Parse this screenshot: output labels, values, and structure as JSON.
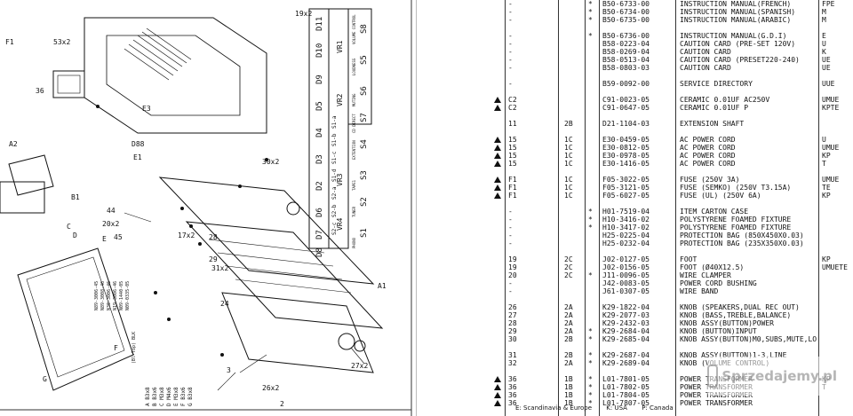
{
  "diagram": {
    "switch_labels": [
      "S8",
      "S5",
      "S6",
      "S7",
      "S4",
      "S3",
      "S2",
      "S1"
    ],
    "switch_captions": [
      "VOLUME CONTROL",
      "LOUDNESS",
      "MUTING",
      "CD DIRECT",
      "EXTENTION",
      "TAPE1",
      "TUNER",
      "PHONO"
    ],
    "led_labels": [
      "D11",
      "D10",
      "D9",
      "D5",
      "D4",
      "D3",
      "D2",
      "D6",
      "D7",
      "D8"
    ],
    "vr_labels": [
      "VR1",
      "VR2",
      "VR3",
      "VR4"
    ],
    "selector_labels": [
      "S1-a",
      "S1-b",
      "S1-c",
      "S1-d",
      "S2-a",
      "S2-b",
      "S2-c"
    ],
    "part_labels": [
      "53x2",
      "36",
      "44",
      "45",
      "3",
      "E3",
      "D88",
      "E1",
      "26x2",
      "27x2",
      "28",
      "29",
      "30x2",
      "31x2",
      "19x2",
      "17x2",
      "F1",
      "20x2",
      "24",
      "A1",
      "A2",
      "B1",
      "C",
      "D",
      "E",
      "F",
      "G"
    ],
    "legend_codes": [
      "A  B3x8",
      "B  B3x6",
      "C  M3x8",
      "D  M4x6",
      "E  M3x8",
      "F  B3x6",
      "G  B3x8"
    ],
    "note_lines": [
      "N89-3006-45",
      "N89-3008-46",
      "N30-3006-46",
      "N19-3006-46",
      "N09-1440-05",
      "N09-0335-05"
    ],
    "tape_mark": "(Bl-Top) BLK",
    "page_number": "2"
  },
  "table": {
    "rows": [
      {
        "warn": "",
        "ref": "-",
        "pos": "",
        "new": "*",
        "part": "B50-6733-00",
        "desc": "INSTRUCTION MANUAL(FRENCH)",
        "dest": "FPE"
      },
      {
        "warn": "",
        "ref": "-",
        "pos": "",
        "new": "*",
        "part": "B50-6734-00",
        "desc": "INSTRUCTION MANUAL(SPANISH)",
        "dest": "M"
      },
      {
        "warn": "",
        "ref": "-",
        "pos": "",
        "new": "*",
        "part": "B50-6735-00",
        "desc": "INSTRUCTION MANUAL(ARABIC)",
        "dest": "M"
      },
      {
        "warn": "",
        "ref": "",
        "pos": "",
        "new": "",
        "part": "",
        "desc": "",
        "dest": ""
      },
      {
        "warn": "",
        "ref": "-",
        "pos": "",
        "new": "*",
        "part": "B50-6736-00",
        "desc": "INSTRUCTION MANUAL(G.D.I)",
        "dest": "E"
      },
      {
        "warn": "",
        "ref": "-",
        "pos": "",
        "new": "",
        "part": "B58-0223-04",
        "desc": "CAUTION CARD     (PRE-SET 120V)",
        "dest": "U"
      },
      {
        "warn": "",
        "ref": "-",
        "pos": "",
        "new": "",
        "part": "B58-0269-04",
        "desc": "CAUTION CARD",
        "dest": "K"
      },
      {
        "warn": "",
        "ref": "-",
        "pos": "",
        "new": "",
        "part": "B58-0513-04",
        "desc": "CAUTION CARD     (PRESET220-240)",
        "dest": "UE"
      },
      {
        "warn": "",
        "ref": "-",
        "pos": "",
        "new": "",
        "part": "B58-0803-03",
        "desc": "CAUTION CARD",
        "dest": "UE"
      },
      {
        "warn": "",
        "ref": "",
        "pos": "",
        "new": "",
        "part": "",
        "desc": "",
        "dest": ""
      },
      {
        "warn": "",
        "ref": "-",
        "pos": "",
        "new": "",
        "part": "B59-0092-00",
        "desc": "SERVICE DIRECTORY",
        "dest": "UUE"
      },
      {
        "warn": "",
        "ref": "",
        "pos": "",
        "new": "",
        "part": "",
        "desc": "",
        "dest": ""
      },
      {
        "warn": "tri",
        "ref": "C2",
        "pos": "",
        "new": "",
        "part": "C91-0023-05",
        "desc": "CERAMIC     0.01UF   AC250V",
        "dest": "UMUE"
      },
      {
        "warn": "tri",
        "ref": "C2",
        "pos": "",
        "new": "",
        "part": "C91-0647-05",
        "desc": "CERAMIC     0.01UF   P",
        "dest": "KPTE"
      },
      {
        "warn": "",
        "ref": "",
        "pos": "",
        "new": "",
        "part": "",
        "desc": "",
        "dest": ""
      },
      {
        "warn": "",
        "ref": "11",
        "pos": "2B",
        "new": "",
        "part": "D21-1104-03",
        "desc": "EXTENSION SHAFT",
        "dest": ""
      },
      {
        "warn": "",
        "ref": "",
        "pos": "",
        "new": "",
        "part": "",
        "desc": "",
        "dest": ""
      },
      {
        "warn": "tri",
        "ref": "15",
        "pos": "1C",
        "new": "",
        "part": "E30-0459-05",
        "desc": "AC POWER CORD",
        "dest": "U"
      },
      {
        "warn": "tri",
        "ref": "15",
        "pos": "1C",
        "new": "",
        "part": "E30-0812-05",
        "desc": "AC POWER CORD",
        "dest": "UMUE"
      },
      {
        "warn": "tri",
        "ref": "15",
        "pos": "1C",
        "new": "",
        "part": "E30-0978-05",
        "desc": "AC POWER CORD",
        "dest": "KP"
      },
      {
        "warn": "tri",
        "ref": "15",
        "pos": "1C",
        "new": "",
        "part": "E30-1416-05",
        "desc": "AC POWER CORD",
        "dest": "T"
      },
      {
        "warn": "",
        "ref": "",
        "pos": "",
        "new": "",
        "part": "",
        "desc": "",
        "dest": ""
      },
      {
        "warn": "tri",
        "ref": "F1",
        "pos": "1C",
        "new": "",
        "part": "F05-3022-05",
        "desc": "FUSE          (250V 3A)",
        "dest": "UMUE"
      },
      {
        "warn": "tri",
        "ref": "F1",
        "pos": "1C",
        "new": "",
        "part": "F05-3121-05",
        "desc": "FUSE (SEMKO)   (250V T3.15A)",
        "dest": "TE"
      },
      {
        "warn": "tri",
        "ref": "F1",
        "pos": "1C",
        "new": "",
        "part": "F05-6027-05",
        "desc": "FUSE (UL)      (250V 6A)",
        "dest": "KP"
      },
      {
        "warn": "",
        "ref": "",
        "pos": "",
        "new": "",
        "part": "",
        "desc": "",
        "dest": ""
      },
      {
        "warn": "",
        "ref": "-",
        "pos": "",
        "new": "*",
        "part": "H01-7519-04",
        "desc": "ITEM CARTON CASE",
        "dest": ""
      },
      {
        "warn": "",
        "ref": "-",
        "pos": "",
        "new": "*",
        "part": "H10-3416-02",
        "desc": "POLYSTYRENE FOAMED FIXTURE",
        "dest": ""
      },
      {
        "warn": "",
        "ref": "-",
        "pos": "",
        "new": "*",
        "part": "H10-3417-02",
        "desc": "POLYSTYRENE FOAMED FIXTURE",
        "dest": ""
      },
      {
        "warn": "",
        "ref": "-",
        "pos": "",
        "new": "",
        "part": "H25-0225-04",
        "desc": "PROTECTION BAG (850X450X0.03)",
        "dest": ""
      },
      {
        "warn": "",
        "ref": "-",
        "pos": "",
        "new": "",
        "part": "H25-0232-04",
        "desc": "PROTECTION BAG (235X350X0.03)",
        "dest": ""
      },
      {
        "warn": "",
        "ref": "",
        "pos": "",
        "new": "",
        "part": "",
        "desc": "",
        "dest": ""
      },
      {
        "warn": "",
        "ref": "19",
        "pos": "2C",
        "new": "",
        "part": "J02-0127-05",
        "desc": "FOOT",
        "dest": "KP"
      },
      {
        "warn": "",
        "ref": "19",
        "pos": "2C",
        "new": "",
        "part": "J02-0156-05",
        "desc": "FOOT          (Ø40X12.5)",
        "dest": "UMUETE"
      },
      {
        "warn": "",
        "ref": "20",
        "pos": "2C",
        "new": "*",
        "part": "J11-0096-05",
        "desc": "WIRE CLAMPER",
        "dest": ""
      },
      {
        "warn": "",
        "ref": "-",
        "pos": "",
        "new": "",
        "part": "J42-0083-05",
        "desc": "POWER CORD BUSHING",
        "dest": ""
      },
      {
        "warn": "",
        "ref": "-",
        "pos": "",
        "new": "",
        "part": "J61-0307-05",
        "desc": "WIRE BAND",
        "dest": ""
      },
      {
        "warn": "",
        "ref": "",
        "pos": "",
        "new": "",
        "part": "",
        "desc": "",
        "dest": ""
      },
      {
        "warn": "",
        "ref": "26",
        "pos": "2A",
        "new": "",
        "part": "K29-1822-04",
        "desc": "KNOB (SPEAKERS,DUAL REC OUT)",
        "dest": ""
      },
      {
        "warn": "",
        "ref": "27",
        "pos": "2A",
        "new": "",
        "part": "K29-2077-03",
        "desc": "KNOB (BASS,TREBLE,BALANCE)",
        "dest": ""
      },
      {
        "warn": "",
        "ref": "28",
        "pos": "2A",
        "new": "",
        "part": "K29-2432-03",
        "desc": "KNOB ASSY(BUTTON)POWER",
        "dest": ""
      },
      {
        "warn": "",
        "ref": "29",
        "pos": "2A",
        "new": "*",
        "part": "K29-2684-04",
        "desc": "KNOB (BUTTON)INPUT",
        "dest": ""
      },
      {
        "warn": "",
        "ref": "30",
        "pos": "2B",
        "new": "*",
        "part": "K29-2685-04",
        "desc": "KNOB ASSY(BUTTON)M0,SUBS,MUTE,LO",
        "dest": ""
      },
      {
        "warn": "",
        "ref": "",
        "pos": "",
        "new": "",
        "part": "",
        "desc": "",
        "dest": ""
      },
      {
        "warn": "",
        "ref": "31",
        "pos": "2B",
        "new": "*",
        "part": "K29-2687-04",
        "desc": "KNOB ASSY(BUTTON)1-3,LINE",
        "dest": ""
      },
      {
        "warn": "",
        "ref": "32",
        "pos": "2A",
        "new": "*",
        "part": "K29-2689-04",
        "desc": "KNOB (VOLUME CONTROL)",
        "dest": ""
      },
      {
        "warn": "",
        "ref": "",
        "pos": "",
        "new": "",
        "part": "",
        "desc": "",
        "dest": ""
      },
      {
        "warn": "tri",
        "ref": "36",
        "pos": "1B",
        "new": "*",
        "part": "L01-7801-05",
        "desc": "POWER TRANSFORMER",
        "dest": "KP"
      },
      {
        "warn": "tri",
        "ref": "36",
        "pos": "1B",
        "new": "*",
        "part": "L01-7802-05",
        "desc": "POWER TRANSFORMER",
        "dest": "T"
      },
      {
        "warn": "tri",
        "ref": "36",
        "pos": "1B",
        "new": "*",
        "part": "L01-7804-05",
        "desc": "POWER TRANSFORMER",
        "dest": ""
      },
      {
        "warn": "tri",
        "ref": "36",
        "pos": "1B",
        "new": "*",
        "part": "L01-7807-05",
        "desc": "POWER TRANSFORMER",
        "dest": ""
      }
    ],
    "legend": [
      "E: Scandinavia & Europe",
      "K: USA",
      "P: Canada"
    ],
    "watermark": "Sprzedajemy.pl"
  }
}
